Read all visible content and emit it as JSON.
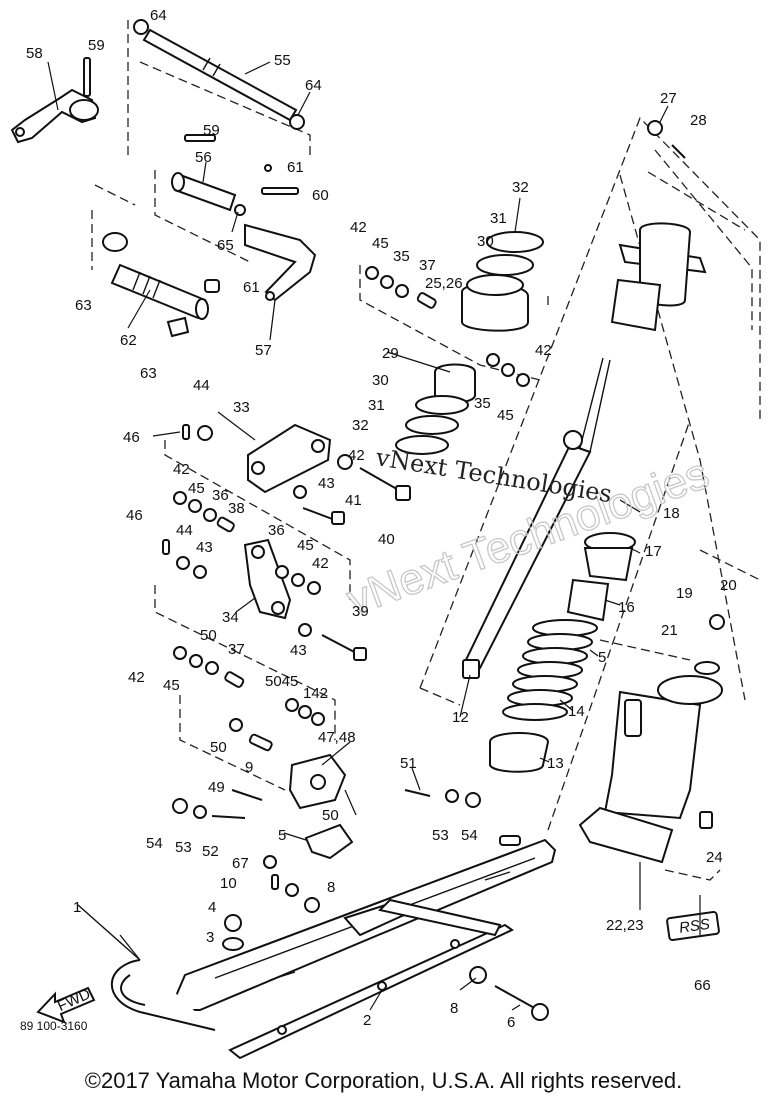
{
  "diagram": {
    "catalog_number": "89 100-3160",
    "fwd_label": "FWD",
    "decal_text": "RSS",
    "watermark_primary": "vNext Technologies",
    "watermark_secondary": "vNext Technologies",
    "callouts": {
      "c64a": "64",
      "c59a": "59",
      "c58": "58",
      "c55": "55",
      "c64b": "64",
      "c27": "27",
      "c28": "28",
      "c59b": "59",
      "c56": "56",
      "c61a": "61",
      "c60": "60",
      "c65": "65",
      "c63a": "63",
      "c62": "62",
      "c63b": "63",
      "c61b": "61",
      "c57": "57",
      "c42a": "42",
      "c45a": "45",
      "c35a": "35",
      "c37a": "37",
      "c2526": "25,26",
      "c32a": "32",
      "c31a": "31",
      "c30a": "30",
      "c42b": "42",
      "c29": "29",
      "c30b": "30",
      "c31b": "31",
      "c32b": "32",
      "c35b": "35",
      "c45b": "45",
      "c44a": "44",
      "c33": "33",
      "c46a": "46",
      "c42c": "42",
      "c43a": "43",
      "c41": "41",
      "c40": "40",
      "c42d": "42",
      "c45c": "45",
      "c36a": "36",
      "c38": "38",
      "c46b": "46",
      "c44b": "44",
      "c43b": "43",
      "c36b": "36",
      "c45d": "45",
      "c42e": "42",
      "c34": "34",
      "c39": "39",
      "c43c": "43",
      "c50a": "50",
      "c37b": "37",
      "c42f": "42",
      "c45e": "45",
      "c5045": "5045",
      "c142": "142",
      "c50b": "50",
      "c9": "9",
      "c4748": "47,48",
      "c49": "49",
      "c51": "51",
      "c50c": "50",
      "c54a": "54",
      "c53a": "53",
      "c52": "52",
      "c5a": "5",
      "c53b": "53",
      "c54b": "54",
      "c67": "67",
      "c10": "10",
      "c8a": "8",
      "c4": "4",
      "c3": "3",
      "c1": "1",
      "c2": "2",
      "c8b": "8",
      "c6": "6",
      "c18": "18",
      "c17": "17",
      "c16": "16",
      "c5b": "5",
      "c14": "14",
      "c12": "12",
      "c13": "13",
      "c19": "19",
      "c20": "20",
      "c21": "21",
      "c24": "24",
      "c2223": "22,23",
      "c66": "66"
    }
  },
  "footer": {
    "copyright": "©2017 Yamaha Motor Corporation, U.S.A. All rights reserved."
  }
}
